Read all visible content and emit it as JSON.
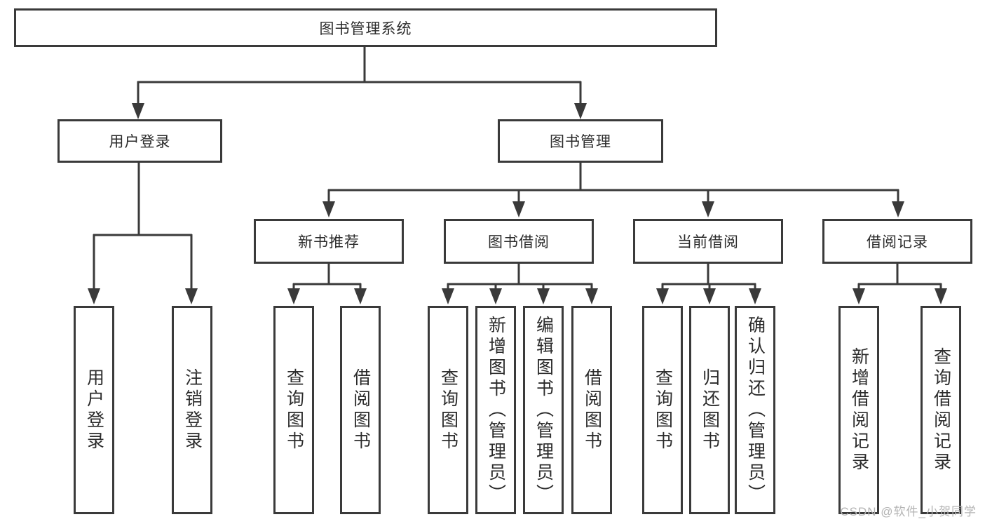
{
  "diagram": {
    "root": {
      "label": "图书管理系统"
    },
    "level2": [
      {
        "label": "用户登录",
        "children": [
          {
            "label": "用户登录"
          },
          {
            "label": "注销登录"
          }
        ]
      },
      {
        "label": "图书管理",
        "children": [
          {
            "label": "新书推荐",
            "children": [
              {
                "label": "查询图书"
              },
              {
                "label": "借阅图书"
              }
            ]
          },
          {
            "label": "图书借阅",
            "children": [
              {
                "label": "查询图书"
              },
              {
                "label": "新增图书（管理员）"
              },
              {
                "label": "编辑图书（管理员）"
              },
              {
                "label": "借阅图书"
              }
            ]
          },
          {
            "label": "当前借阅",
            "children": [
              {
                "label": "查询图书"
              },
              {
                "label": "归还图书"
              },
              {
                "label": "确认归还（管理员）"
              }
            ]
          },
          {
            "label": "借阅记录",
            "children": [
              {
                "label": "新增借阅记录"
              },
              {
                "label": "查询借阅记录"
              }
            ]
          }
        ]
      }
    ]
  },
  "watermark": {
    "text": "CSDN @软件_小贺同学"
  },
  "colors": {
    "line": "#3a3a3a",
    "border": "#3a3a3a",
    "text": "#2b2b2b",
    "background": "#ffffff",
    "watermark_text": "#b4b4b4"
  }
}
